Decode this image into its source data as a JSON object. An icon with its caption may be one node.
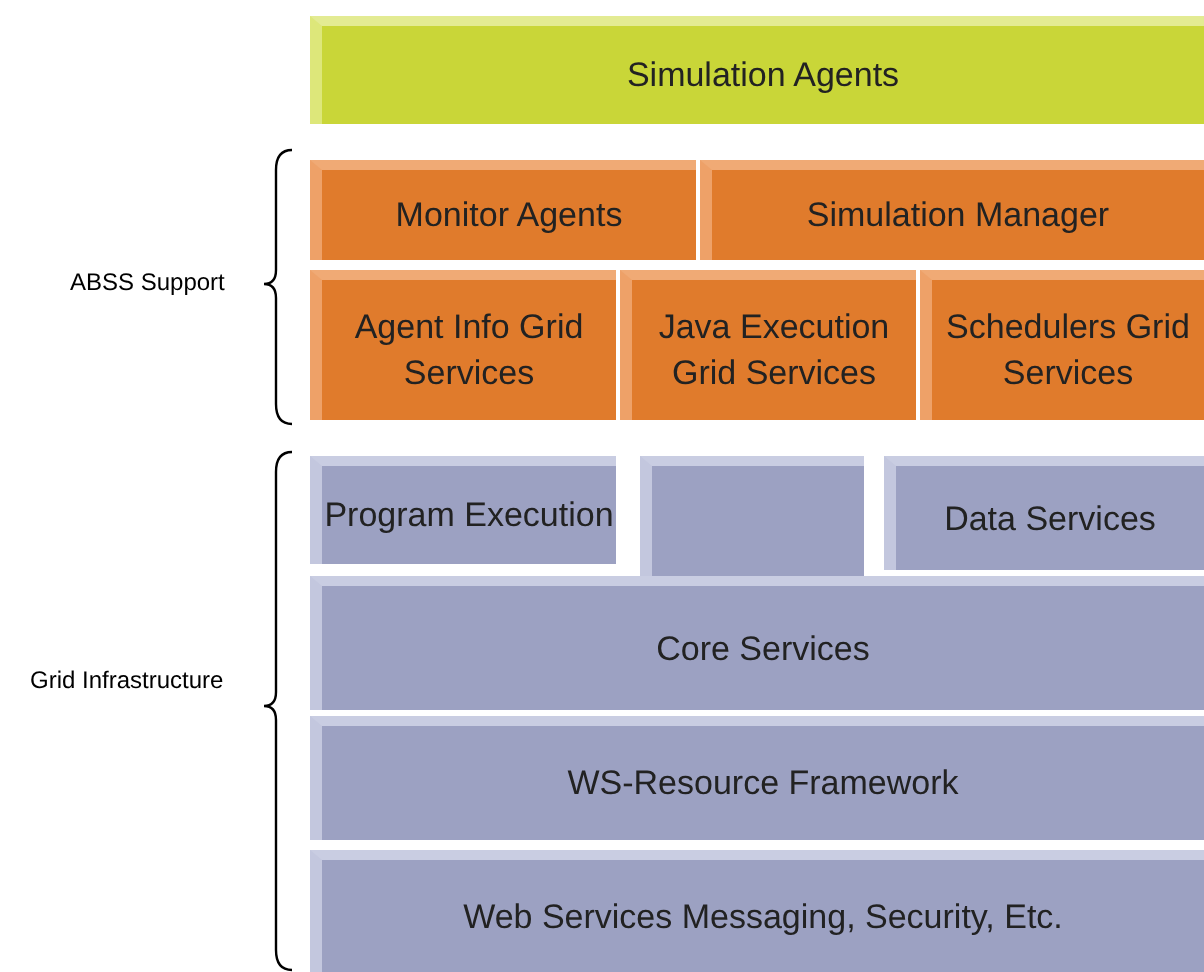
{
  "diagram": {
    "nodes": [
      {
        "text": [
          "Simulation Agents"
        ]
      },
      {
        "text": [
          "Monitor Agents"
        ]
      },
      {
        "text": [
          "Simulation Manager"
        ]
      },
      {
        "text": [
          "Agent Info Grid Services"
        ]
      },
      {
        "text": [
          "Java Execution Grid Services"
        ]
      },
      {
        "text": [
          "Schedulers Grid Services"
        ]
      },
      {
        "text": [
          "Program Execution"
        ]
      },
      {
        "text": [],
        "shape": "box"
      },
      {
        "text": [
          "Data Services"
        ]
      },
      {
        "text": [
          "Core Services"
        ]
      },
      {
        "text": [
          "WS-Resource Framework"
        ]
      },
      {
        "text": [
          "Web Services Messaging, Security, Etc."
        ]
      }
    ],
    "labels": [
      "ABSS Support",
      "Grid Infrastructure"
    ]
  }
}
